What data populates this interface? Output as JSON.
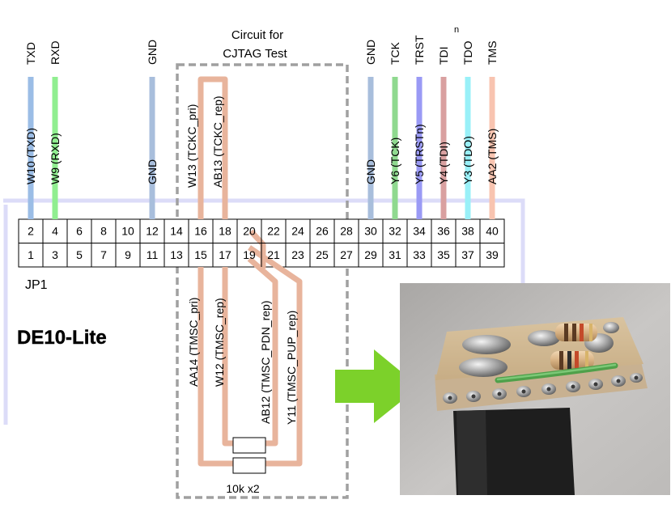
{
  "circuit_label": {
    "line1": "Circuit for",
    "line2": "CJTAG Test"
  },
  "board_label": "DE10-Lite",
  "header_label": "JP1",
  "resistor_label": "10k x2",
  "header": {
    "top_row": [
      "2",
      "4",
      "6",
      "8",
      "10",
      "12",
      "14",
      "16",
      "18",
      "20",
      "22",
      "24",
      "26",
      "28",
      "30",
      "32",
      "34",
      "36",
      "38",
      "40"
    ],
    "bottom_row": [
      "1",
      "3",
      "5",
      "7",
      "9",
      "11",
      "13",
      "15",
      "17",
      "19",
      "21",
      "23",
      "25",
      "27",
      "29",
      "31",
      "33",
      "35",
      "37",
      "39"
    ]
  },
  "top_signals": [
    {
      "name": "TXD",
      "pin": "W10 (TXD)",
      "color": "#9bbde6"
    },
    {
      "name": "RXD",
      "pin": "W9 (RXD)",
      "color": "#90ee90"
    },
    {
      "name": "GND",
      "pin": "GND",
      "color": "#a8bedc"
    },
    {
      "name": "GND",
      "pin": "GND",
      "color": "#a8bedc"
    },
    {
      "name": "TCK",
      "pin": "Y6 (TCK)",
      "color": "#8fd98f"
    },
    {
      "name": "TRST",
      "pin": "Y5 (TRSTn)",
      "color": "#9a9af5"
    },
    {
      "name": "TDI",
      "pin": "Y4 (TDI)",
      "color": "#d9a0a0",
      "superscript": "n"
    },
    {
      "name": "TDO",
      "pin": "Y3 (TDO)",
      "color": "#99f0f8"
    },
    {
      "name": "TMS",
      "pin": "AA2 (TMS)",
      "color": "#f8c4b0"
    }
  ],
  "circuit_pins_top": [
    "W13 (TCKC_pri)",
    "AB13 (TCKC_rep)"
  ],
  "circuit_pins_bottom": [
    "AA14 (TMSC_pri)",
    "W12 (TMSC_rep)",
    "AB12 (TMSC_PDN_rep)",
    "Y11 (TMSC_PUP_rep)"
  ],
  "colors": {
    "wire": "#e8b49c",
    "board_outline": "#dcdcf8",
    "dashed_box": "#a0a0a0",
    "arrow": "#7cd12a"
  }
}
